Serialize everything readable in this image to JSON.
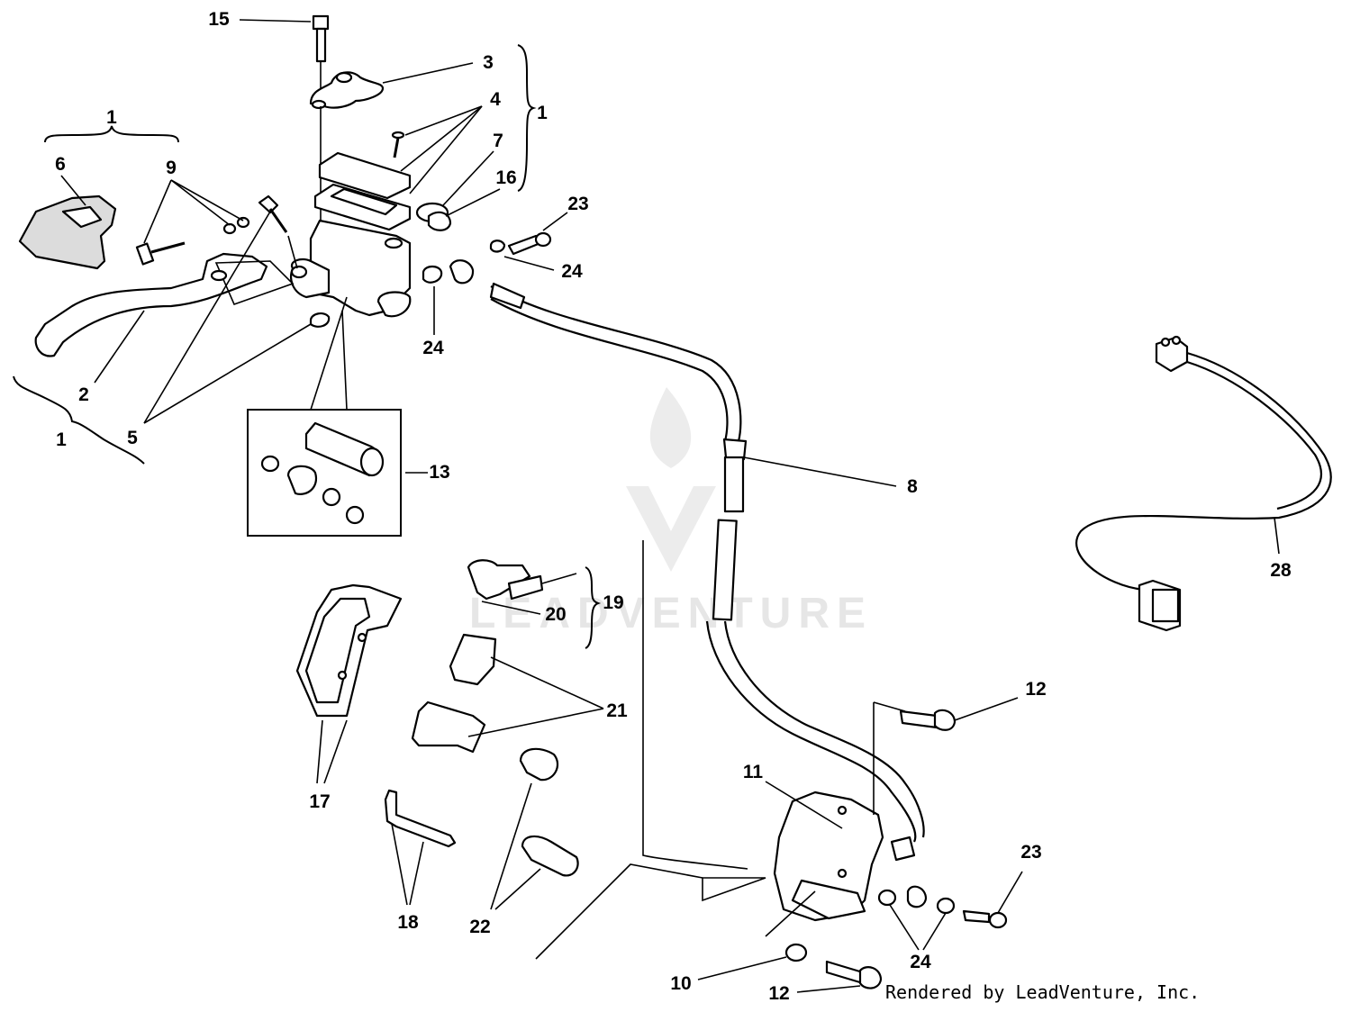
{
  "diagram": {
    "callouts": [
      "15",
      "3",
      "4",
      "7",
      "16",
      "1",
      "1",
      "6",
      "9",
      "23",
      "24",
      "24",
      "2",
      "5",
      "1",
      "13",
      "8",
      "28",
      "19",
      "20",
      "21",
      "12",
      "11",
      "17",
      "18",
      "22",
      "23",
      "24",
      "10",
      "12"
    ],
    "watermark": "LEADVENTURE"
  },
  "footer": {
    "credit": "Rendered by LeadVenture, Inc."
  }
}
